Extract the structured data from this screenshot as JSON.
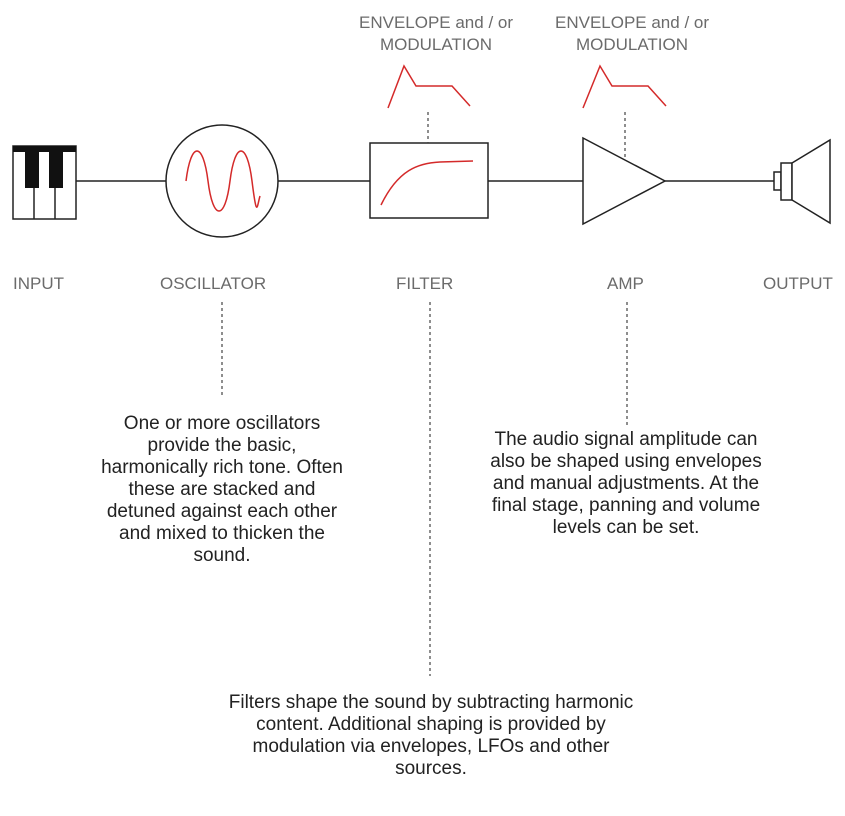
{
  "colors": {
    "stroke": "#222222",
    "accent": "#d42a2a",
    "label": "#6b6b6b",
    "text": "#222222",
    "background": "#ffffff"
  },
  "stages": [
    {
      "label": "INPUT",
      "icon": "piano-keys-icon"
    },
    {
      "label": "OSCILLATOR",
      "icon": "sine-wave-icon"
    },
    {
      "label": "FILTER",
      "icon": "filter-curve-icon"
    },
    {
      "label": "AMP",
      "icon": "amplifier-triangle-icon"
    },
    {
      "label": "OUTPUT",
      "icon": "speaker-icon"
    }
  ],
  "modulation": [
    {
      "label": "ENVELOPE and / or MODULATION",
      "icon": "envelope-icon"
    },
    {
      "label": "ENVELOPE and / or MODULATION",
      "icon": "envelope-icon"
    }
  ],
  "descriptions": {
    "oscillator": "One or more oscillators provide the basic, harmonically rich tone. Often these are stacked and detuned against each other and mixed to thicken the sound.",
    "amp": "The audio signal amplitude can also be shaped using envelopes and manual adjustments. At the final stage, panning and volume levels can be set.",
    "filter": "Filters shape the sound by subtracting harmonic content. Additional shaping is provided by modulation via envelopes, LFOs and other sources."
  }
}
